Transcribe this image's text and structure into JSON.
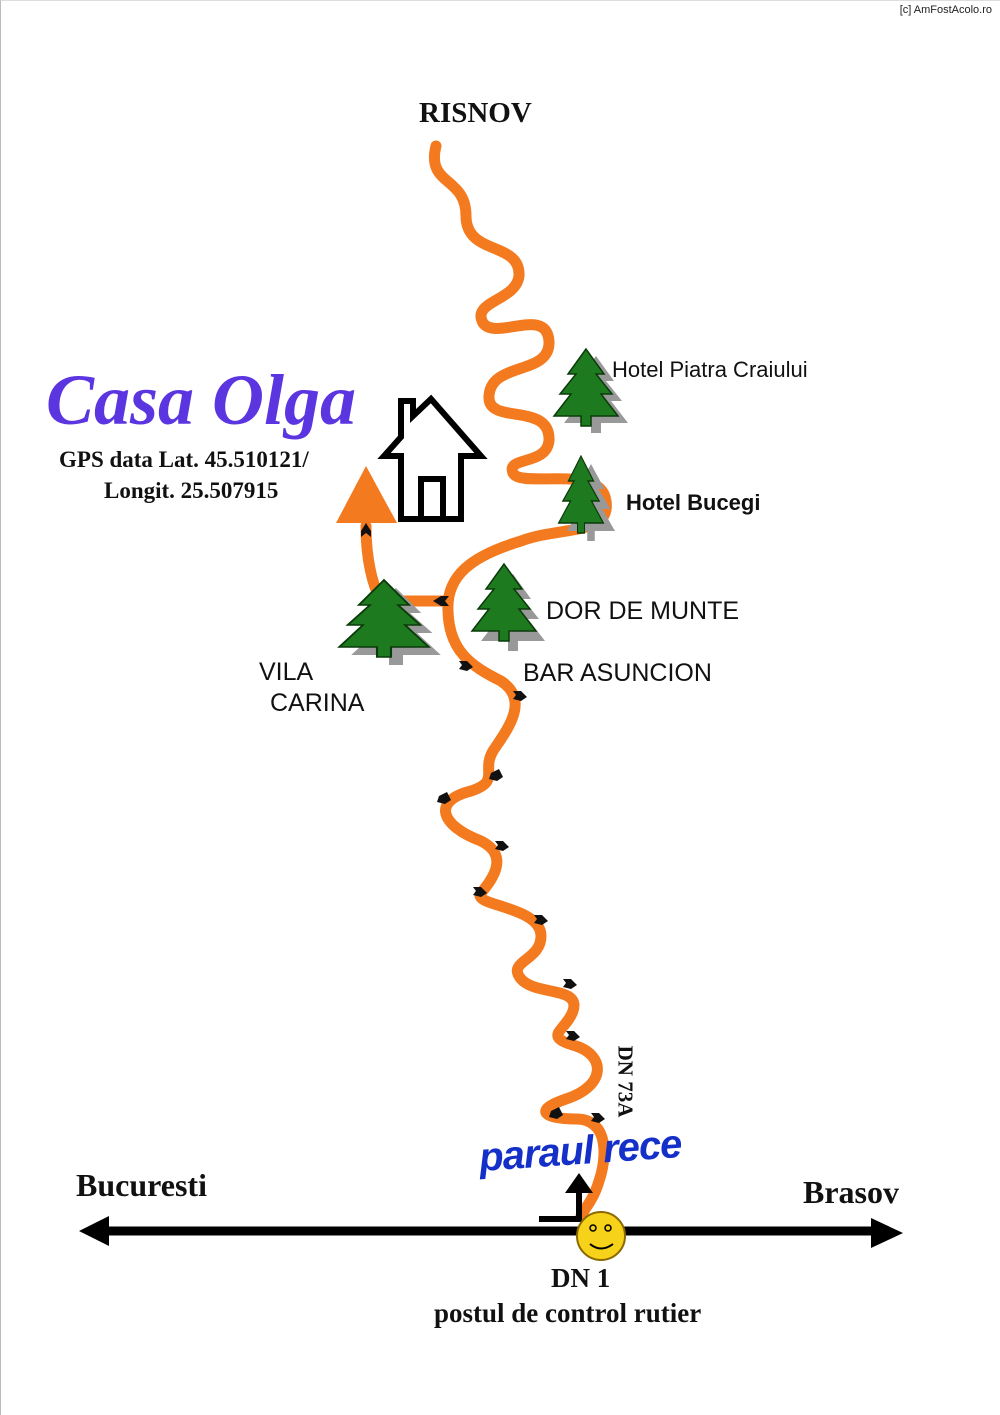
{
  "watermark": "[c] AmFostAcolo.ro",
  "title": "Casa Olga",
  "gps": {
    "line1": "GPS data Lat. 45.510121/",
    "line2": "Longit. 25.507915"
  },
  "places": {
    "risnov": "RISNOV",
    "hotel_piatra": "Hotel Piatra Craiului",
    "hotel_bucegi": "Hotel Bucegi",
    "dor_de_munte": "DOR DE MUNTE",
    "bar_asuncion": "BAR ASUNCION",
    "vila_line1": "VILA",
    "vila_line2": "CARINA",
    "road_dn73a": "DN 73A",
    "paraul_rece": "paraul rece",
    "bucuresti": "Bucuresti",
    "brasov": "Brasov",
    "dn1": "DN 1",
    "checkpoint": "postul de control rutier"
  },
  "colors": {
    "road": "#f47a1f",
    "title": "#5b35e0",
    "tree": "#1e7a1e",
    "paraul": "#1530c8",
    "smiley": "#f7d21a"
  }
}
